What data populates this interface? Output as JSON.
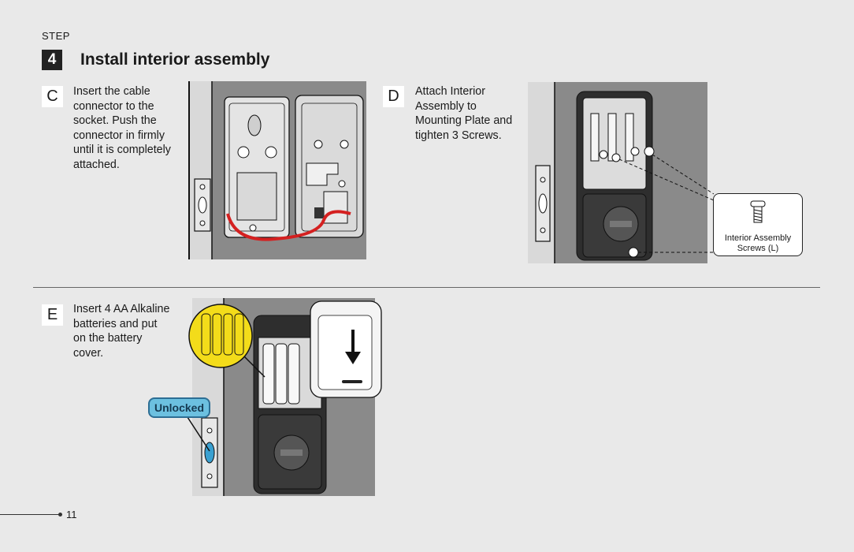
{
  "header": {
    "step_label": "STEP",
    "step_number": "4",
    "title": "Install interior assembly"
  },
  "sections": [
    {
      "letter": "C",
      "text": "Insert the cable\nconnector to the\nsocket. Push the\nconnector in firmly\nuntil it is completely\nattached."
    },
    {
      "letter": "D",
      "text": "Attach Interior\nAssembly to\nMounting Plate and\ntighten 3 Screws."
    },
    {
      "letter": "E",
      "text": "Insert 4 AA Alkaline\nbatteries and put\non the battery\ncover."
    }
  ],
  "callouts": {
    "screws": "Interior Assembly\nScrews (L)",
    "unlocked": "Unlocked"
  },
  "footer": {
    "page_number": "11"
  },
  "colors": {
    "cable": "#d42020",
    "unlocked_fill": "#6cc0e0",
    "battery_circle": "#f3dc1a"
  }
}
